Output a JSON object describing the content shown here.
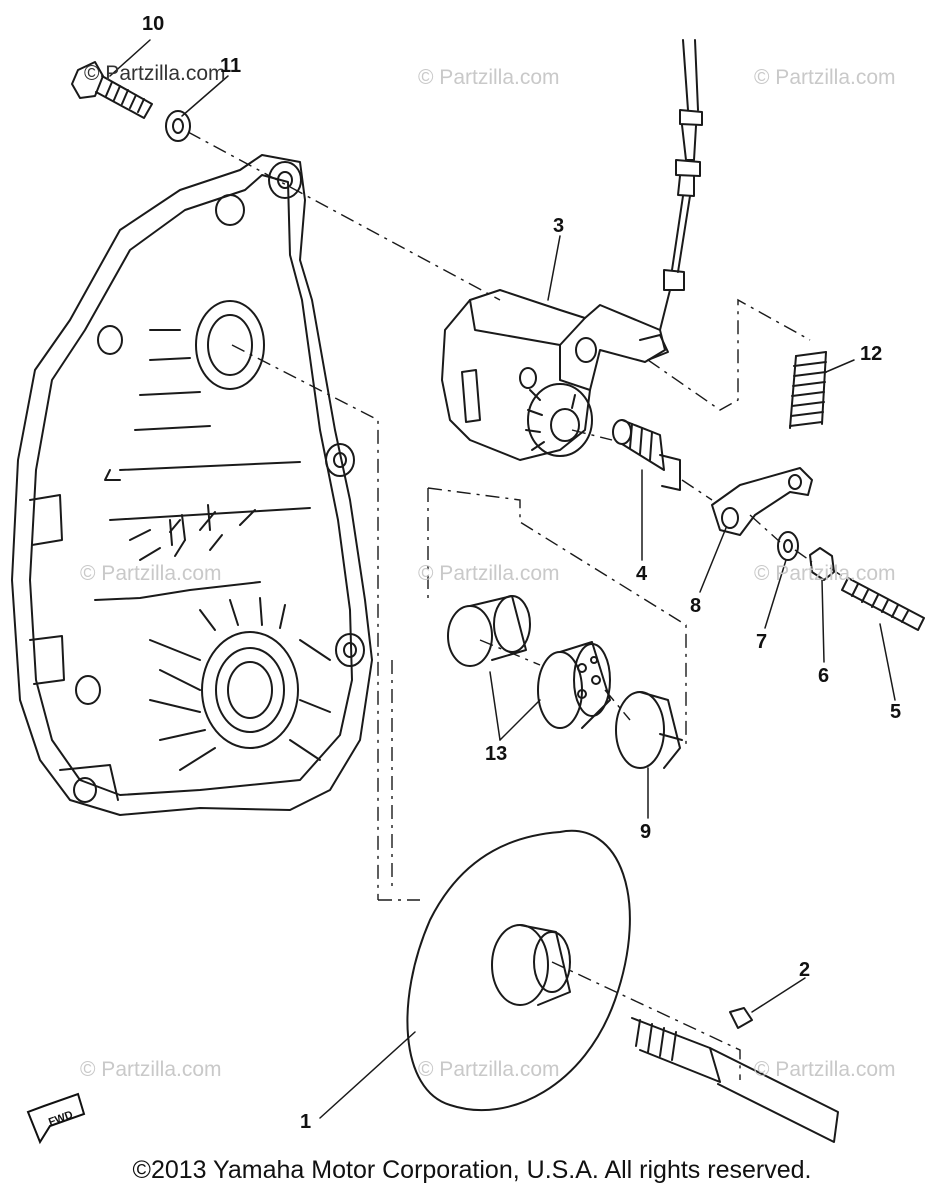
{
  "watermark": "© Partzilla.com",
  "copyright": "©2013 Yamaha Motor Corporation, U.S.A. All rights reserved.",
  "fwd_label": "FWD",
  "callouts": [
    "1",
    "2",
    "3",
    "4",
    "5",
    "6",
    "7",
    "8",
    "9",
    "10",
    "11",
    "12",
    "13"
  ]
}
